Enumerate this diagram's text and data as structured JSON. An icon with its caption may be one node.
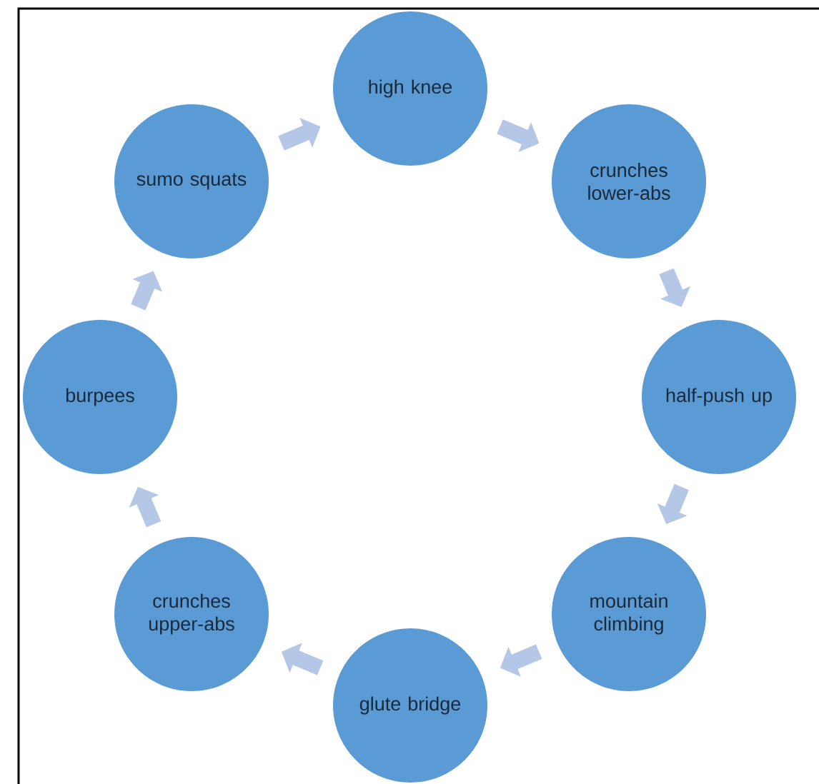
{
  "diagram": {
    "nodes": [
      {
        "text": [
          "high knee"
        ]
      },
      {
        "text": [
          "crunches lower-abs"
        ]
      },
      {
        "text": [
          "half-push up"
        ]
      },
      {
        "text": [
          "mountain climbing"
        ]
      },
      {
        "text": [
          "glute bridge"
        ]
      },
      {
        "text": [
          "crunches upper-abs"
        ]
      },
      {
        "text": [
          "burpees"
        ]
      },
      {
        "text": [
          "sumo squats"
        ]
      }
    ],
    "edges": [
      {
        "from": 0,
        "to": 1,
        "arrow": "to"
      },
      {
        "from": 1,
        "to": 2,
        "arrow": "to"
      },
      {
        "from": 2,
        "to": 3,
        "arrow": "to"
      },
      {
        "from": 3,
        "to": 4,
        "arrow": "to"
      },
      {
        "from": 4,
        "to": 5,
        "arrow": "to"
      },
      {
        "from": 5,
        "to": 6,
        "arrow": "to"
      },
      {
        "from": 6,
        "to": 7,
        "arrow": "to"
      },
      {
        "from": 7,
        "to": 0,
        "arrow": "to"
      }
    ]
  }
}
